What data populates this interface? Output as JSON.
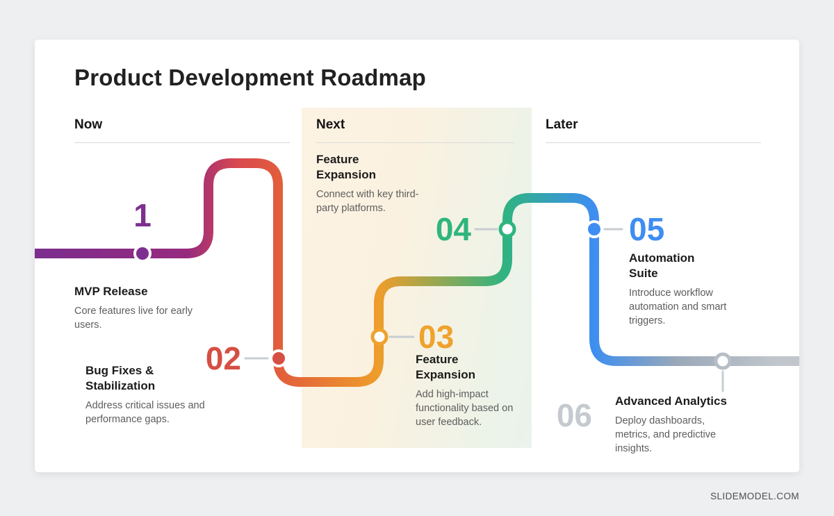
{
  "page": {
    "title": "Product Development Roadmap",
    "footer": "SLIDEMODEL.COM"
  },
  "columns": [
    {
      "label": "Now"
    },
    {
      "label": "Next"
    },
    {
      "label": "Later"
    }
  ],
  "milestones": [
    {
      "number": "1",
      "title": "MVP Release",
      "description": "Core features live for early users.",
      "color": "#7d2f90"
    },
    {
      "number": "02",
      "title": "Bug Fixes & Stabilization",
      "description": "Address critical issues and performance gaps.",
      "color": "#d54f43"
    },
    {
      "number": "03",
      "title": "Feature Expansion",
      "description": "Add high-impact functionality based on user feedback.",
      "color": "#efa22d"
    },
    {
      "number": "04",
      "title": "Feature Expansion",
      "description": "Connect with key third-party platforms.",
      "color": "#2fb57e"
    },
    {
      "number": "05",
      "title": "Automation Suite",
      "description": "Introduce workflow automation and smart triggers.",
      "color": "#3f8df2"
    },
    {
      "number": "06",
      "title": "Advanced Analytics",
      "description": "Deploy dashboards, metrics, and predictive insights.",
      "color": "#c5cad0",
      "ring": "#b7bec5"
    }
  ],
  "track_gradient": {
    "s0": "#7b2d8e",
    "s1": "#962b7e",
    "s2": "#d9474f",
    "s3": "#e2603a",
    "s4": "#ee9d2b",
    "s5": "#2fb380",
    "s6": "#3d8ef0",
    "s7": "#9aa8b8",
    "s8": "#c0c6cc"
  }
}
